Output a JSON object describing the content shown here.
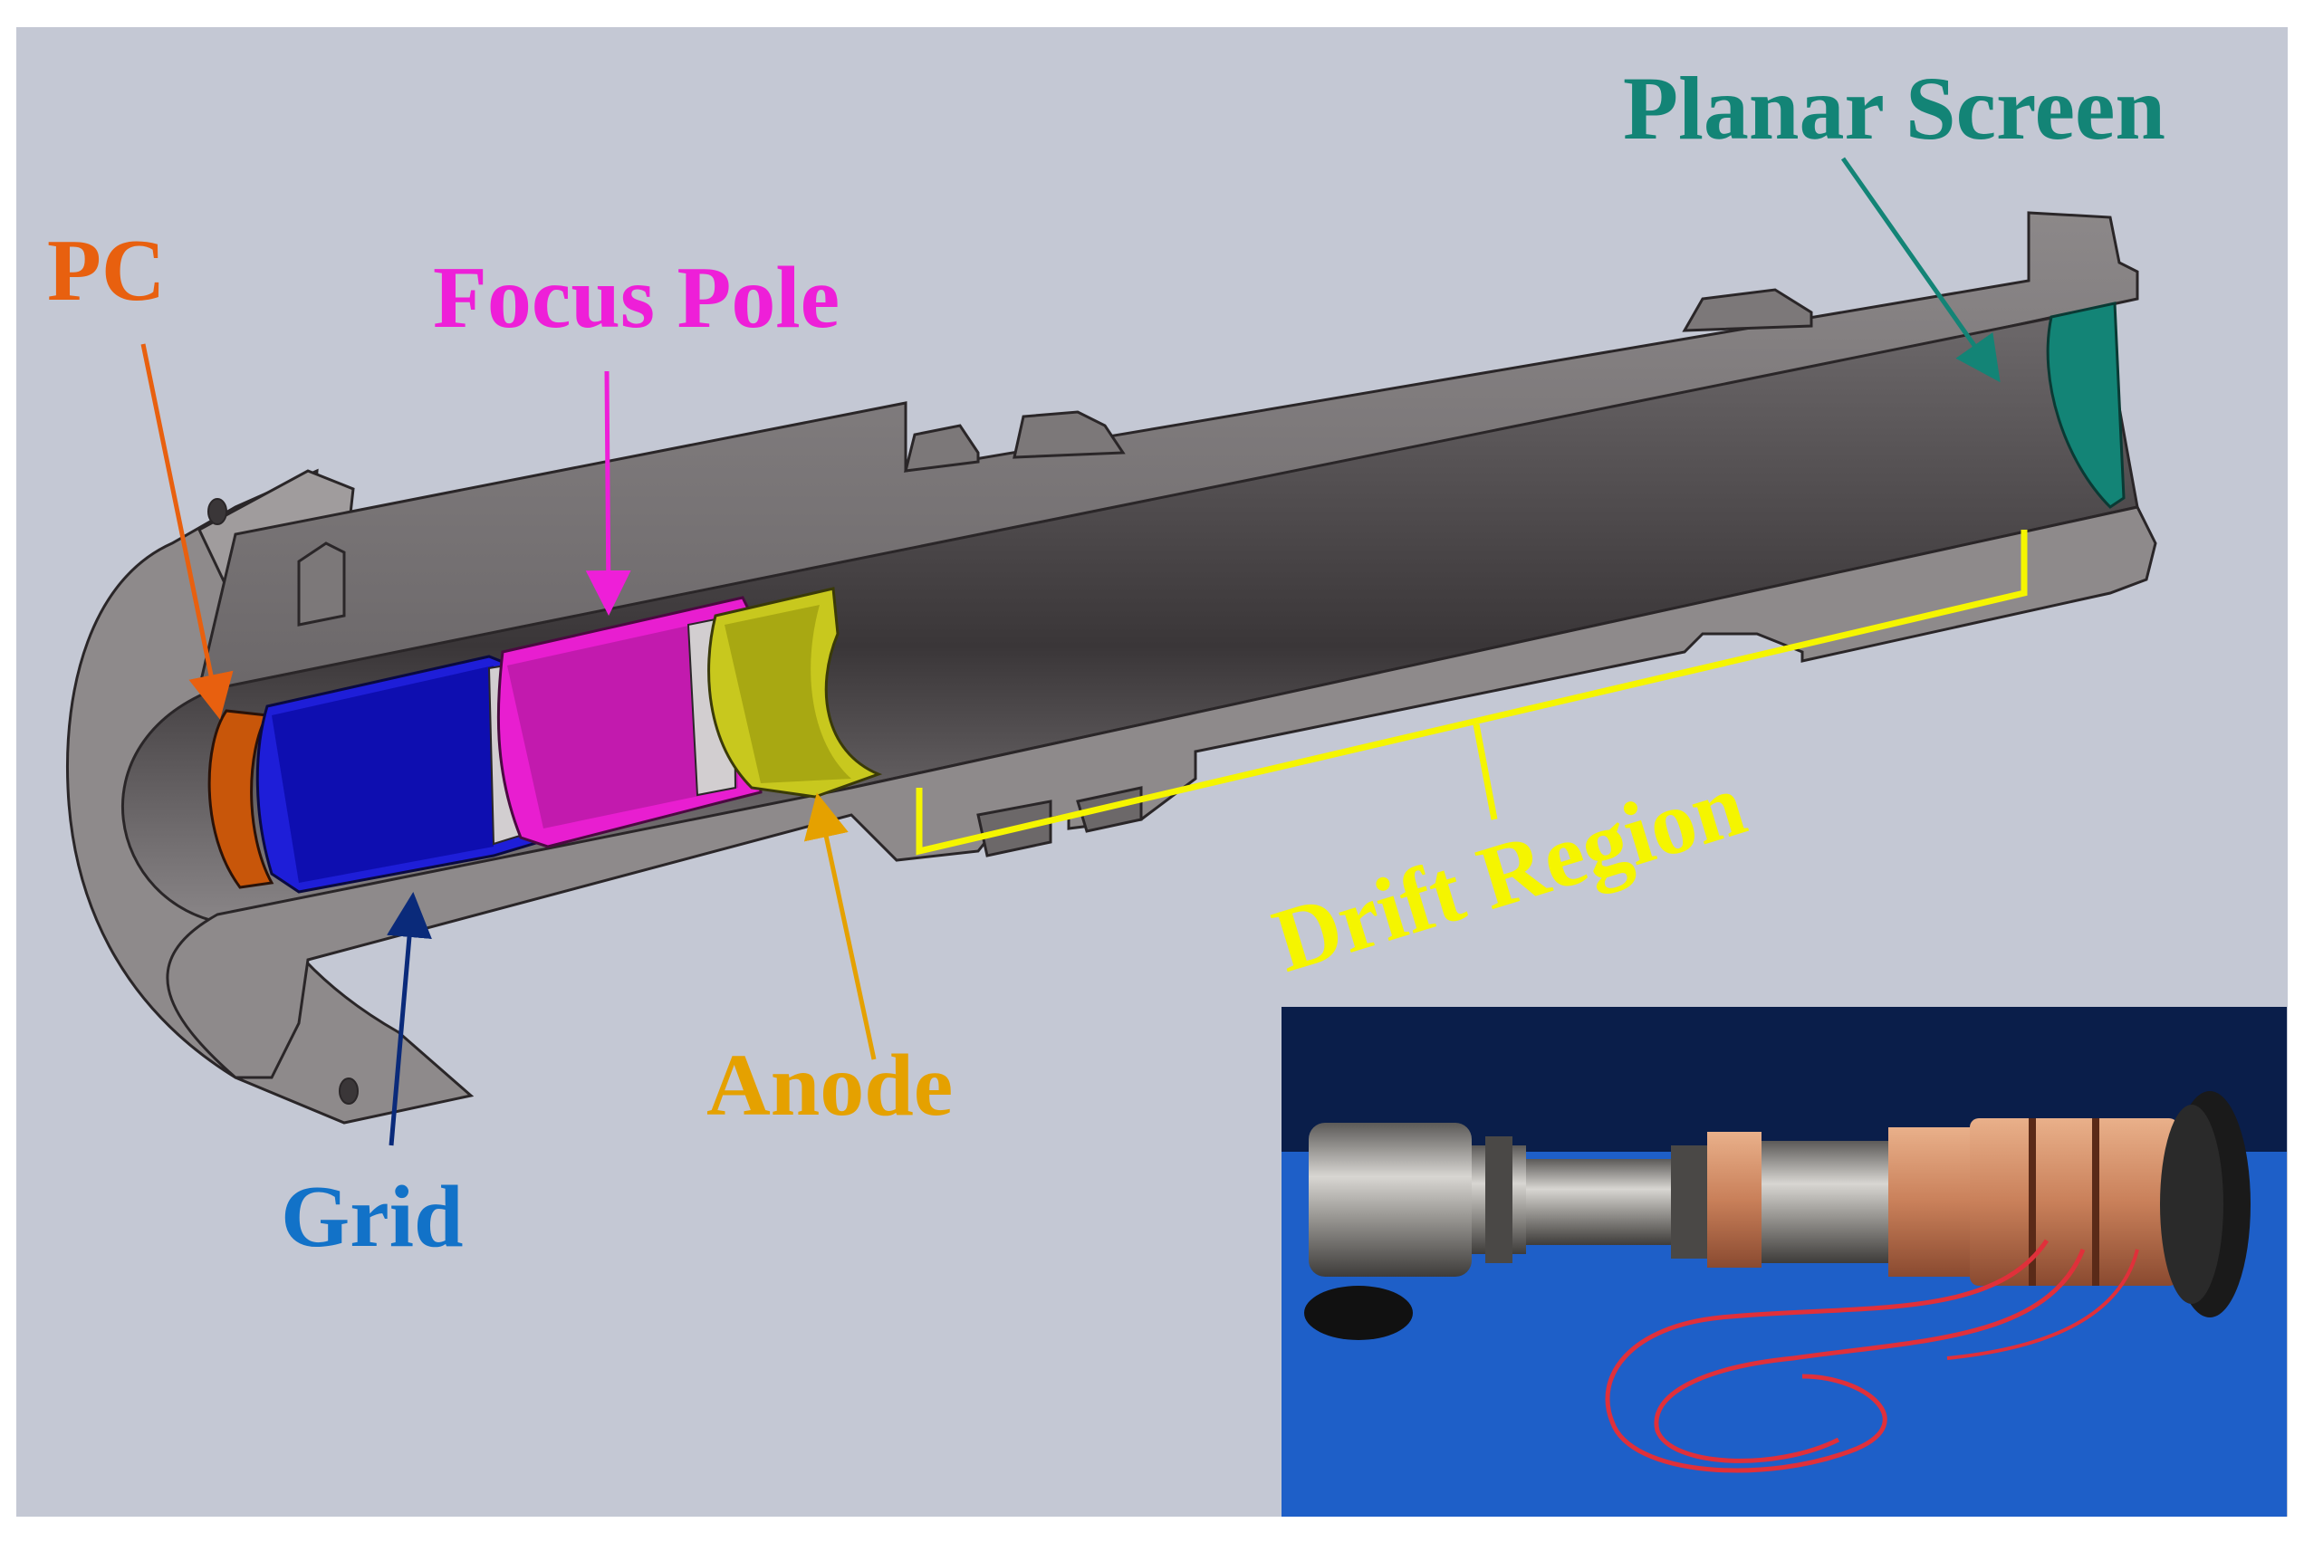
{
  "labels": {
    "pc": "PC",
    "focus_pole": "Focus Pole",
    "planar_screen": "Planar Screen",
    "anode": "Anode",
    "grid": "Grid",
    "drift_region": "Drift Region"
  },
  "colors": {
    "background": "#C4C8D4",
    "body_metal": "#8E8A8B",
    "pc": "#E8600F",
    "focus_pole": "#EE1FD8",
    "planar_screen": "#138476",
    "anode": "#E5A100",
    "grid": "#1272C8",
    "grid_part": "#1E1ED8",
    "anode_part": "#C8C81E",
    "drift_region": "#F5F500",
    "photo_background": "#1E5FC8"
  }
}
